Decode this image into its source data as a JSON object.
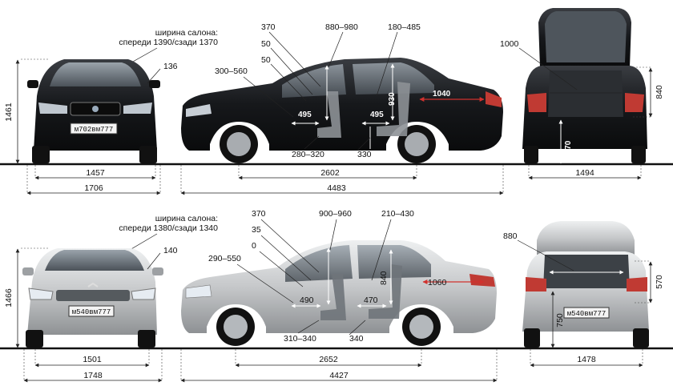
{
  "top": {
    "front": {
      "cabin_width_line1": "ширина салона:",
      "cabin_width_line2": "спереди 1390/сзади 1370",
      "height": "1461",
      "mirror_offset": "136",
      "track": "1457",
      "width": "1706",
      "plate": "м702вм777"
    },
    "side": {
      "seat_back_angle": "370",
      "angle_a": "50",
      "angle_b": "50",
      "front_headroom": "880–980",
      "rear_headroom": "180–485",
      "front_legroom": "300–560",
      "rear_height": "930",
      "front_seat_depth": "495",
      "rear_seat_depth": "495",
      "trunk_length": "1040",
      "front_seat_height": "280–320",
      "rear_seat_height": "330",
      "wheelbase": "2602",
      "length": "4483"
    },
    "rear": {
      "trunk_opening_width": "1000",
      "trunk_opening_height": "840",
      "sill_height": "670",
      "track": "1494"
    }
  },
  "bottom": {
    "front": {
      "cabin_width_line1": "ширина салона:",
      "cabin_width_line2": "спереди 1380/сзади 1340",
      "height": "1466",
      "mirror_offset": "140",
      "track": "1501",
      "width": "1748",
      "plate": "м540вм777"
    },
    "side": {
      "seat_back_angle": "370",
      "angle_a": "35",
      "angle_b": "0",
      "front_headroom": "900–960",
      "rear_headroom": "210–430",
      "front_legroom": "290–550",
      "rear_height": "840",
      "front_seat_depth": "490",
      "rear_seat_depth": "470",
      "trunk_length": "1060",
      "front_seat_height": "310–340",
      "rear_seat_height": "340",
      "wheelbase": "2652",
      "length": "4427"
    },
    "rear": {
      "trunk_opening_width": "880",
      "trunk_opening_height": "570",
      "sill_height": "750",
      "track": "1478",
      "plate": "м540вм777"
    }
  },
  "colors": {
    "top_car_body": "#1b1d20",
    "bottom_car_body": "#c9cbcd",
    "arrow_red": "#d0312d",
    "arrow_white": "#ffffff"
  }
}
